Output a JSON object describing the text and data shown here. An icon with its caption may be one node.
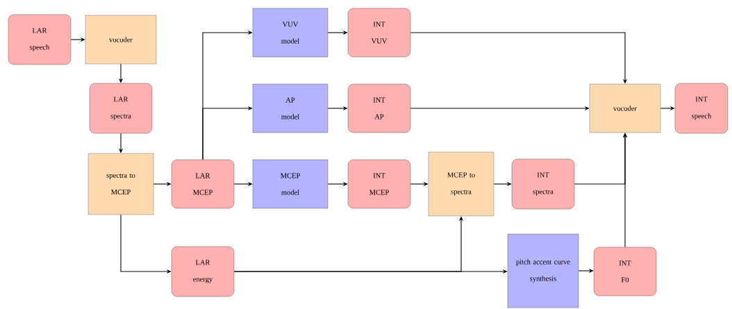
{
  "diagram": {
    "nodes": [
      {
        "text": [
          "LAR",
          "speech"
        ]
      },
      {
        "text": [
          "vocoder"
        ]
      },
      {
        "text": [
          "VUV",
          "model"
        ]
      },
      {
        "text": [
          "INT",
          "VUV"
        ]
      },
      {
        "text": [
          "LAR",
          "spectra"
        ]
      },
      {
        "text": [
          "AP",
          "model"
        ]
      },
      {
        "text": [
          "INT",
          "AP"
        ]
      },
      {
        "text": [
          "vocoder"
        ]
      },
      {
        "text": [
          "INT",
          "speech"
        ]
      },
      {
        "text": [
          "spectra to",
          "MCEP"
        ]
      },
      {
        "text": [
          "LAR",
          "MCEP"
        ]
      },
      {
        "text": [
          "MCEP",
          "model"
        ]
      },
      {
        "text": [
          "INT",
          "MCEP"
        ]
      },
      {
        "text": [
          "MCEP to",
          "spectra"
        ]
      },
      {
        "text": [
          "INT",
          "spectra"
        ]
      },
      {
        "text": [
          "LAR",
          "energy"
        ]
      },
      {
        "text": [
          "pitch accent curve",
          "synthesis"
        ]
      },
      {
        "text": [
          "INT",
          "F0"
        ]
      }
    ],
    "edges": [
      {
        "from": 0,
        "to": 1,
        "arrow": "to"
      },
      {
        "from": 1,
        "to": 4,
        "arrow": "to"
      },
      {
        "from": 4,
        "to": 9,
        "arrow": "to"
      },
      {
        "from": 9,
        "to": 10,
        "arrow": "to"
      },
      {
        "from": 9,
        "to": 15,
        "arrow": "to"
      },
      {
        "from": 10,
        "to": 2,
        "arrow": "to"
      },
      {
        "from": 10,
        "to": 5,
        "arrow": "to"
      },
      {
        "from": 10,
        "to": 11,
        "arrow": "to"
      },
      {
        "from": 2,
        "to": 3,
        "arrow": "to"
      },
      {
        "from": 5,
        "to": 6,
        "arrow": "to"
      },
      {
        "from": 11,
        "to": 12,
        "arrow": "to"
      },
      {
        "from": 12,
        "to": 13,
        "arrow": "to"
      },
      {
        "from": 13,
        "to": 14,
        "arrow": "to"
      },
      {
        "from": 15,
        "to": 13,
        "arrow": "to"
      },
      {
        "from": 15,
        "to": 16,
        "arrow": "to"
      },
      {
        "from": 16,
        "to": 17,
        "arrow": "to"
      },
      {
        "from": 3,
        "to": 7,
        "arrow": "to"
      },
      {
        "from": 6,
        "to": 7,
        "arrow": "to"
      },
      {
        "from": 14,
        "to": 7,
        "arrow": "to"
      },
      {
        "from": 17,
        "to": 7,
        "arrow": "to"
      },
      {
        "from": 7,
        "to": 8,
        "arrow": "to"
      }
    ]
  }
}
